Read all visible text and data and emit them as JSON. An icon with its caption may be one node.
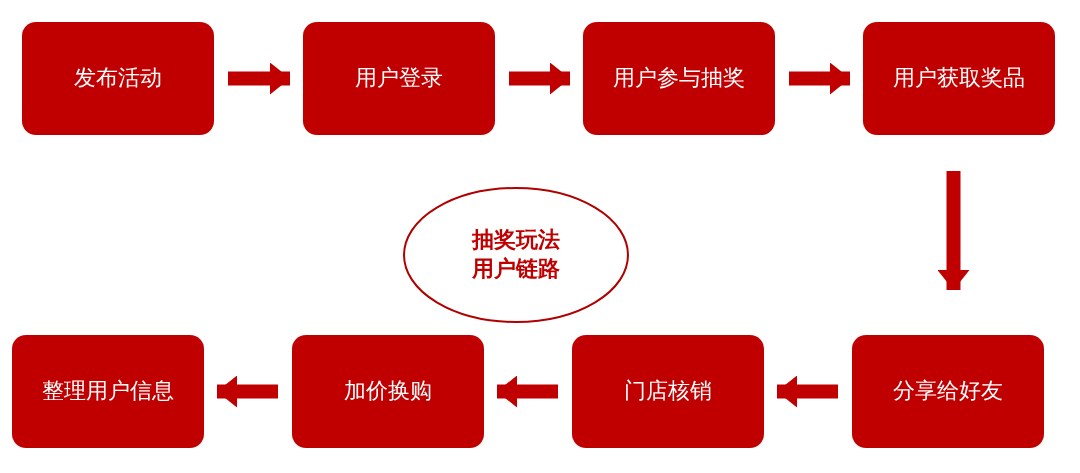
{
  "diagram": {
    "nodes": [
      {
        "text": [
          "发布活动"
        ]
      },
      {
        "text": [
          "用户登录"
        ]
      },
      {
        "text": [
          "用户参与抽奖"
        ]
      },
      {
        "text": [
          "用户获取奖品"
        ]
      },
      {
        "text": [
          "分享给好友"
        ]
      },
      {
        "text": [
          "门店核销"
        ]
      },
      {
        "text": [
          "加价换购"
        ]
      },
      {
        "text": [
          "整理用户信息"
        ]
      },
      {
        "text": [
          "抽奖玩法用户链路"
        ]
      }
    ],
    "edges": [
      {
        "from": 0,
        "to": 1,
        "arrow": "to"
      },
      {
        "from": 1,
        "to": 2,
        "arrow": "to"
      },
      {
        "from": 2,
        "to": 3,
        "arrow": "to"
      },
      {
        "from": 3,
        "to": 4,
        "arrow": "to"
      },
      {
        "from": 4,
        "to": 5,
        "arrow": "to"
      },
      {
        "from": 5,
        "to": 6,
        "arrow": "to"
      },
      {
        "from": 6,
        "to": 7,
        "arrow": "to"
      }
    ]
  }
}
